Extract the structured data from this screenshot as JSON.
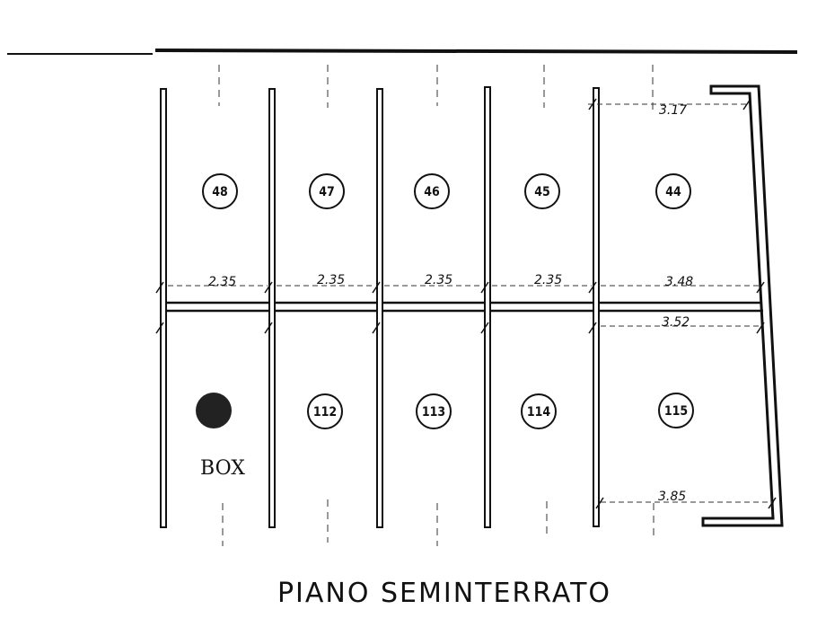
{
  "title": "PIANO SEMINTERRATO",
  "colors": {
    "ink": "#111111",
    "paper": "#ffffff"
  },
  "top_row": {
    "units": [
      {
        "number": "48",
        "width": "2.35"
      },
      {
        "number": "47",
        "width": "2.35"
      },
      {
        "number": "46",
        "width": "2.35"
      },
      {
        "number": "45",
        "width": "2.35"
      },
      {
        "number": "44",
        "width_bottom": "3.48",
        "width_top": "3.17"
      }
    ]
  },
  "bottom_row": {
    "units": [
      {
        "label": "BOX",
        "marker": "filled-circle"
      },
      {
        "number": "112"
      },
      {
        "number": "113"
      },
      {
        "number": "114"
      },
      {
        "number": "115",
        "width_top": "3.52",
        "width_bottom": "3.85"
      }
    ]
  }
}
